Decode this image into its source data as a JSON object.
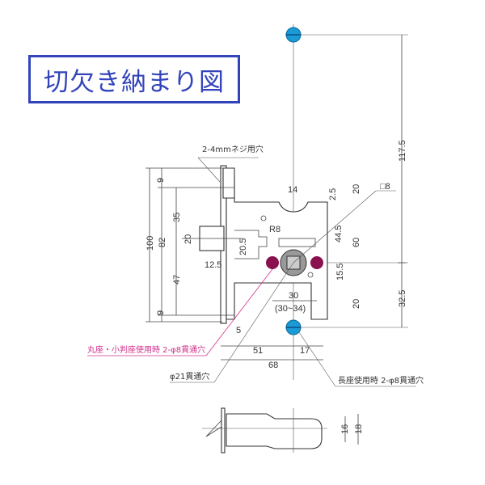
{
  "title": "切欠き納まり図",
  "labels": {
    "screw_holes": "2-4mmネジ用穴",
    "d14": "14",
    "r8": "R8",
    "d2_5": "2.5",
    "d20_top": "20",
    "sq8": "□8",
    "d44_5": "44.5",
    "d60": "60",
    "d20_5": "20.5",
    "d15_5": "15.5",
    "d30": "30",
    "d30_34": "(30~34)",
    "d20_bottom": "20",
    "d5": "5",
    "d51": "51",
    "d17": "17",
    "d68": "68",
    "d117_5": "117.5",
    "d32_5": "32.5",
    "d9_top": "9",
    "d9_bottom": "9",
    "d100": "100",
    "d82": "82",
    "d35": "35",
    "d20_left": "20",
    "d47": "47",
    "d12_5": "12.5",
    "round_seat_note": "丸座・小判座使用時 2-φ8貫通穴",
    "through_hole_21": "φ21貫通穴",
    "long_seat_note": "長座使用時 2-φ8貫通穴",
    "d16": "16",
    "d18": "18"
  },
  "colors": {
    "title": "#3344bb",
    "hole_blue": "#1a9ad6",
    "hole_magenta": "#8a1050",
    "note_magenta": "#d0308a"
  }
}
